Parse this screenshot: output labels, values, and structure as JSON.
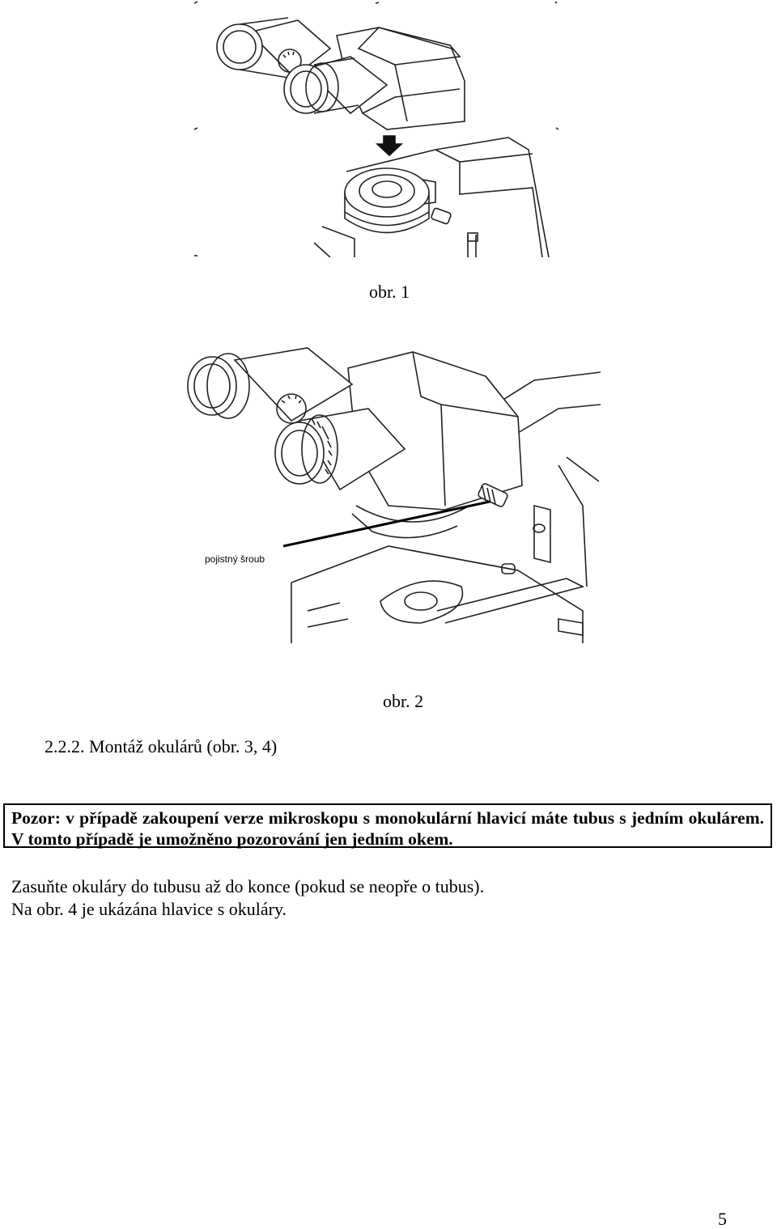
{
  "figures": [
    {
      "caption": "obr. 1"
    },
    {
      "caption": "obr. 2",
      "label": "pojistný šroub"
    }
  ],
  "section": {
    "heading": "2.2.2. Montáž okulárů (obr. 3, 4)"
  },
  "notice": {
    "text": "Pozor: v případě zakoupení verze mikroskopu s monokulární hlavicí máte tubus s jedním okulárem. V tomto případě je umožněno pozorování jen jedním okem."
  },
  "body": {
    "line1": "Zasuňte okuláry do tubusu až do konce (pokud se neopře o tubus).",
    "line2": "Na obr. 4 je ukázána hlavice s okuláry."
  },
  "page_number": "5"
}
